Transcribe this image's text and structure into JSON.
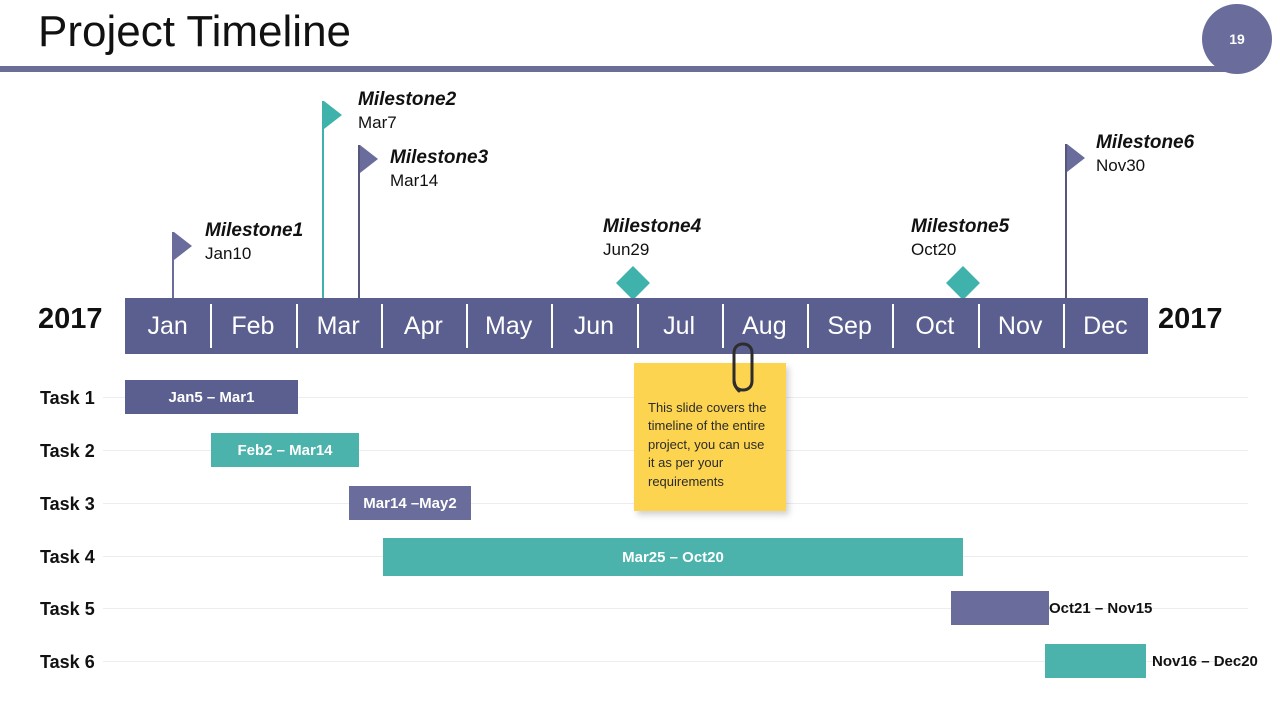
{
  "header": {
    "title": "Project Timeline",
    "page_number": "19",
    "accent_color": "#6a6d95"
  },
  "timeline": {
    "year_left": "2017",
    "year_right": "2017",
    "bar_color": "#5b5f8f",
    "months": [
      "Jan",
      "Feb",
      "Mar",
      "Apr",
      "May",
      "Jun",
      "Jul",
      "Aug",
      "Sep",
      "Oct",
      "Nov",
      "Dec"
    ]
  },
  "milestones": [
    {
      "name": "Milestone1",
      "date": "Jan10",
      "marker": "flag",
      "color": "#6a6d9b"
    },
    {
      "name": "Milestone2",
      "date": "Mar7",
      "marker": "flag",
      "color": "#3fb3ab"
    },
    {
      "name": "Milestone3",
      "date": "Mar14",
      "marker": "flag",
      "color": "#6a6d9b"
    },
    {
      "name": "Milestone4",
      "date": "Jun29",
      "marker": "diamond",
      "color": "#3fb3ab"
    },
    {
      "name": "Milestone5",
      "date": "Oct20",
      "marker": "diamond",
      "color": "#3fb3ab"
    },
    {
      "name": "Milestone6",
      "date": "Nov30",
      "marker": "flag",
      "color": "#6a6d9b"
    }
  ],
  "tasks": [
    {
      "label": "Task 1",
      "range": "Jan5 – Mar1",
      "color": "#5b5f8f",
      "label_position": "inside"
    },
    {
      "label": "Task 2",
      "range": "Feb2 – Mar14",
      "color": "#4bb3ab",
      "label_position": "inside"
    },
    {
      "label": "Task 3",
      "range": "Mar14 –May2",
      "color": "#6a6d9b",
      "label_position": "inside"
    },
    {
      "label": "Task 4",
      "range": "Mar25 – Oct20",
      "color": "#4bb3ab",
      "label_position": "inside"
    },
    {
      "label": "Task 5",
      "range": "Oct21 – Nov15",
      "color": "#6a6d9b",
      "label_position": "outside"
    },
    {
      "label": "Task 6",
      "range": "Nov16 – Dec20",
      "color": "#4bb3ab",
      "label_position": "outside"
    }
  ],
  "sticky_note": {
    "text": "This slide covers the timeline of the entire project, you can use it as per your requirements",
    "color": "#fcd44f",
    "clip": "paperclip-icon"
  }
}
